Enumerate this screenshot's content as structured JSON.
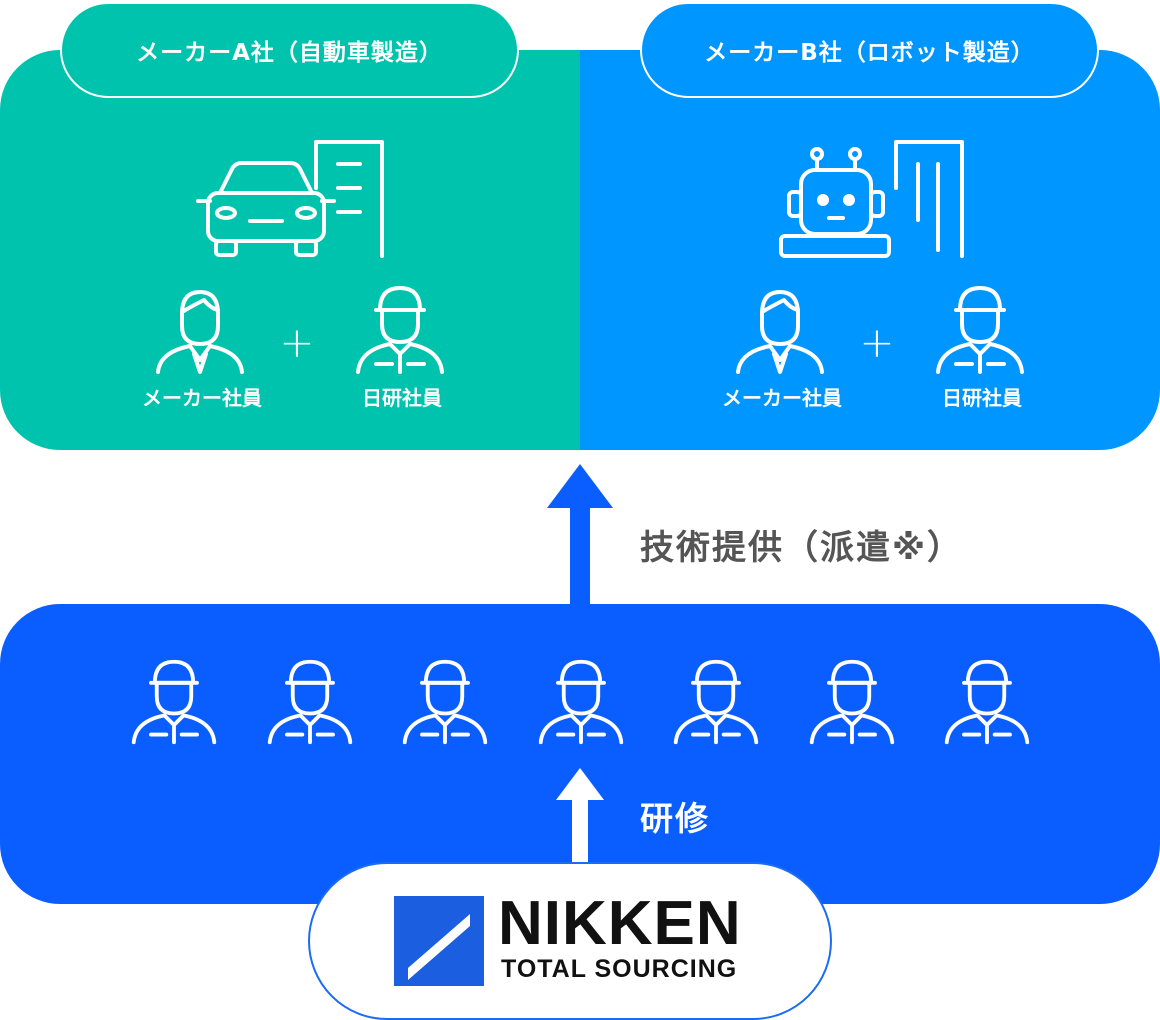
{
  "company_a": {
    "title": "メーカーA社（自動車製造）",
    "icons": [
      "car-icon",
      "building-icon"
    ],
    "member_left": "メーカー社員",
    "member_right": "日研社員",
    "plus": "+"
  },
  "company_b": {
    "title": "メーカーB社（ロボット製造）",
    "icons": [
      "robot-icon",
      "building-icon"
    ],
    "member_left": "メーカー社員",
    "member_right": "日研社員",
    "plus": "+"
  },
  "flow": {
    "supply_label": "技術提供（派遣※）",
    "training_label": "研修"
  },
  "trainees": {
    "count": 7,
    "icon": "worker-cap-icon"
  },
  "logo": {
    "name": "NIKKEN",
    "tagline": "TOTAL SOURCING"
  },
  "colors": {
    "company_a": "#00c3ae",
    "company_b": "#0096ff",
    "trainees": "#0a5eff",
    "arrow": "#0a5eff",
    "logo_mark": "#1b5fe0"
  }
}
